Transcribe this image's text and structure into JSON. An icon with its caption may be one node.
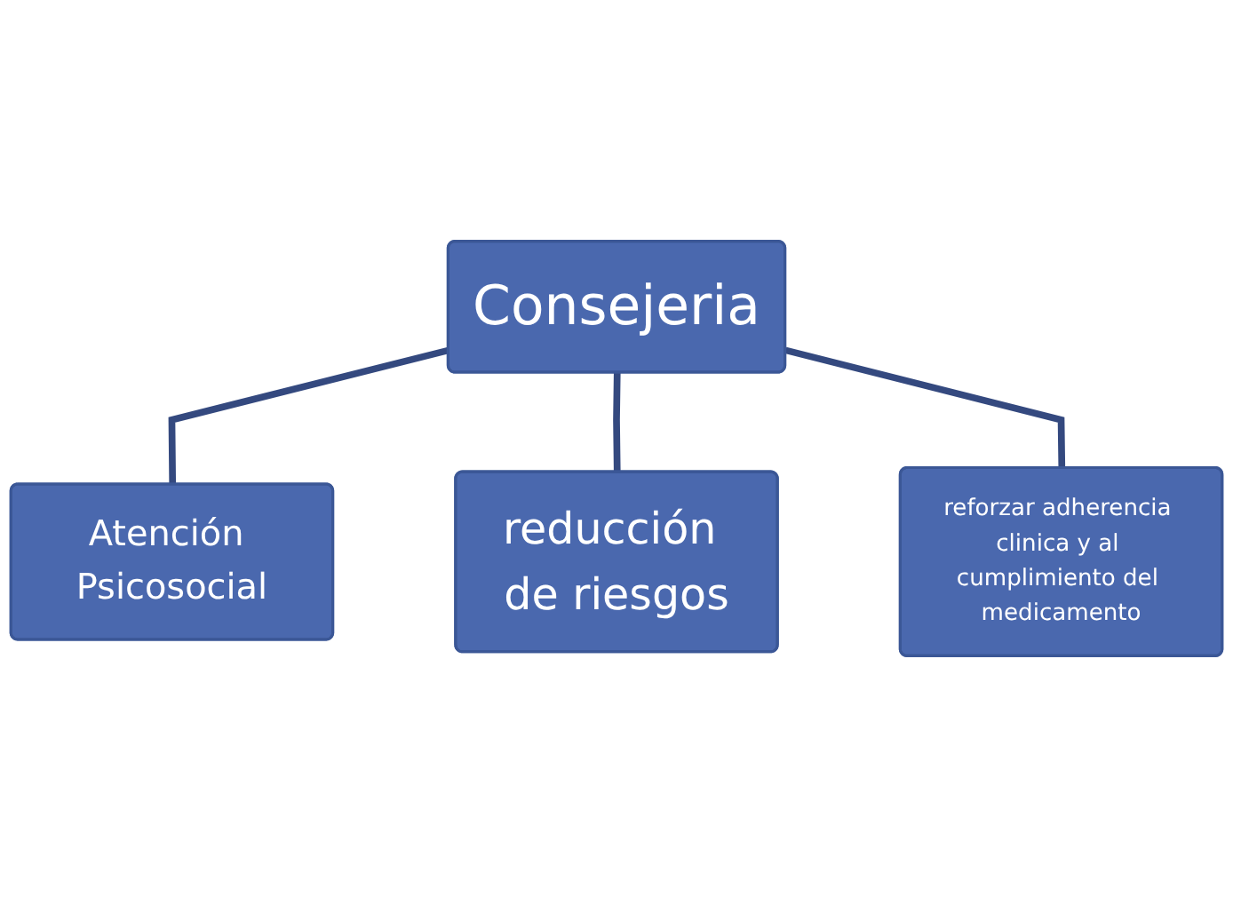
{
  "diagram": {
    "nodes": [
      {
        "text": [
          "Atención Psicosocial"
        ]
      },
      {
        "text": [
          "Consejeria"
        ]
      },
      {
        "text": [
          "reducción de riesgos"
        ]
      },
      {
        "text": [
          "reforzar adherencia clinica y al cumplimiento del medicamento"
        ]
      }
    ],
    "edges": [
      {
        "from": 1,
        "to": 0,
        "arrow": "none"
      },
      {
        "from": 1,
        "to": 2,
        "arrow": "none"
      },
      {
        "from": 1,
        "to": 3,
        "arrow": "none"
      }
    ]
  }
}
